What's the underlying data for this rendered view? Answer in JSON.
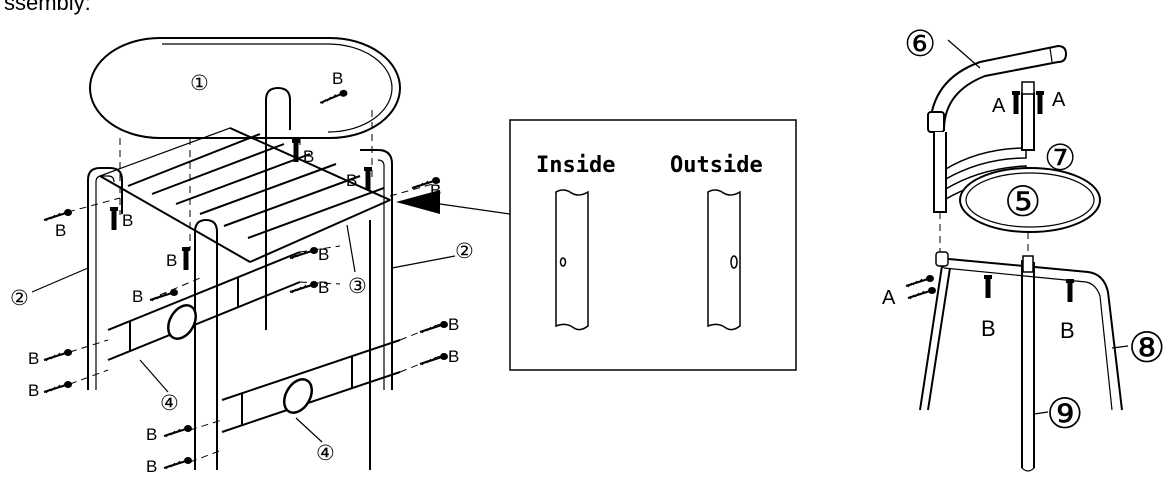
{
  "heading": "ssembly:",
  "table": {
    "labels": {
      "top": "①",
      "leg_left": "②",
      "leg_right": "②",
      "rack": "③",
      "panel_upper": "④",
      "panel_lower": "④",
      "screw": "B"
    }
  },
  "detail": {
    "inside_label": "Inside",
    "outside_label": "Outside"
  },
  "chair": {
    "labels": {
      "seat": "⑤",
      "backrest": "⑥",
      "back_slat": "⑦",
      "front_leg": "⑧",
      "rear_leg": "⑨",
      "screw_a": "A",
      "screw_b": "B"
    }
  }
}
